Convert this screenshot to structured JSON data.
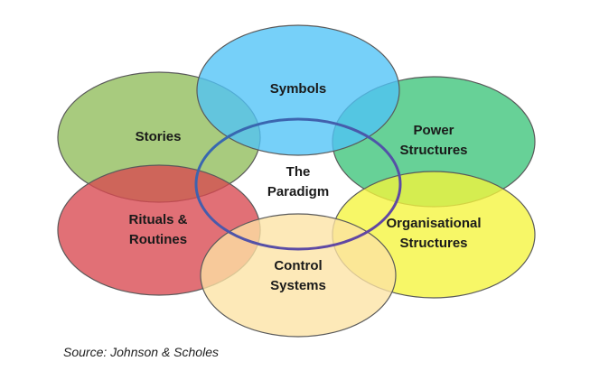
{
  "diagram": {
    "center": {
      "line1": "The",
      "line2": "Paradigm"
    },
    "circles": {
      "symbols": {
        "line1": "Symbols",
        "color": "#4fc3f7"
      },
      "stories": {
        "line1": "Stories",
        "color": "#8fbc5a"
      },
      "power": {
        "line1": "Power",
        "line2": "Structures",
        "color": "#3cc47a"
      },
      "rituals": {
        "line1": "Rituals &",
        "line2": "Routines",
        "color": "#d9484f"
      },
      "organisational": {
        "line1": "Organisational",
        "line2": "Structures",
        "color": "#f5f53c"
      },
      "control": {
        "line1": "Control",
        "line2": "Systems",
        "color": "#fde3a4"
      }
    }
  },
  "source": "Source: Johnson & Scholes"
}
